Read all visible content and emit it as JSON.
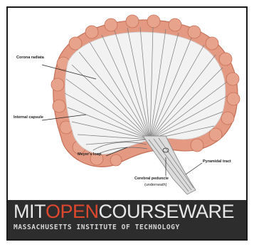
{
  "diagram": {
    "labels": {
      "corona_radiata": "Corona radiata",
      "internal_capsule": "Internal capsule",
      "meyers_loop": "Meyer's loop",
      "pyramidal_tract": "Pyramidal tract",
      "cerebral_peduncle": "Cerebral peduncle",
      "cerebral_peduncle_note": "(underneath)"
    }
  },
  "banner": {
    "part1": "MIT",
    "part2": "OPEN",
    "part3": "COURSEWARE",
    "subtitle": "MASSACHUSETTS INSTITUTE OF TECHNOLOGY",
    "colors": {
      "background": "#2d2d2d",
      "mit": "#e8e8e8",
      "open": "#e0482e",
      "courseware": "#e8e8e8",
      "subtitle": "#d6d6d6"
    }
  },
  "colors": {
    "cortex": "#e49a82",
    "white_matter": "#f2f2f2",
    "fibers": "#7a7a7a",
    "frame": "#1a1a1a"
  }
}
